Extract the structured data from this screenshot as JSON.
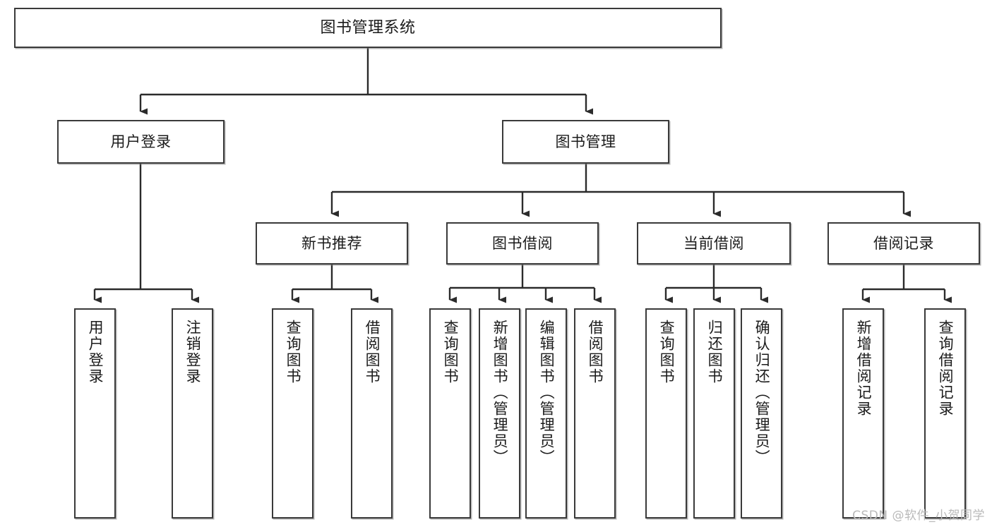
{
  "diagram": {
    "title": "图书管理系统",
    "type": "tree-hierarchy-diagram",
    "watermark": "CSDN @软件_小贺同学",
    "colors": {
      "box_border": "#3a3a3a",
      "box_fill": "#ffffff",
      "connector": "#2b2b2b",
      "text": "#1b1b1b",
      "watermark": "#b9b9b9"
    },
    "root": {
      "label": "图书管理系统"
    },
    "level2": [
      {
        "id": "user-login",
        "label": "用户登录"
      },
      {
        "id": "book-management",
        "label": "图书管理"
      }
    ],
    "level3": [
      {
        "id": "new-book-recommend",
        "label": "新书推荐"
      },
      {
        "id": "book-borrow",
        "label": "图书借阅"
      },
      {
        "id": "current-borrow",
        "label": "当前借阅"
      },
      {
        "id": "borrow-record",
        "label": "借阅记录"
      }
    ],
    "leaves": {
      "user_login": [
        {
          "id": "leaf-user-login",
          "label": "用户登录"
        },
        {
          "id": "leaf-logout-login",
          "label": "注销登录"
        }
      ],
      "new_book_recommend": [
        {
          "id": "leaf-query-book-1",
          "label": "查询图书"
        },
        {
          "id": "leaf-borrow-book-1",
          "label": "借阅图书"
        }
      ],
      "book_borrow": [
        {
          "id": "leaf-query-book-2",
          "label": "查询图书"
        },
        {
          "id": "leaf-add-book",
          "label": "新增图书（管理员）"
        },
        {
          "id": "leaf-edit-book",
          "label": "编辑图书（管理员）"
        },
        {
          "id": "leaf-borrow-book-2",
          "label": "借阅图书"
        }
      ],
      "current_borrow": [
        {
          "id": "leaf-query-book-3",
          "label": "查询图书"
        },
        {
          "id": "leaf-return-book",
          "label": "归还图书"
        },
        {
          "id": "leaf-confirm-return",
          "label": "确认归还（管理员）"
        }
      ],
      "borrow_record": [
        {
          "id": "leaf-add-record",
          "label": "新增借阅记录"
        },
        {
          "id": "leaf-query-record",
          "label": "查询借阅记录"
        }
      ]
    }
  }
}
